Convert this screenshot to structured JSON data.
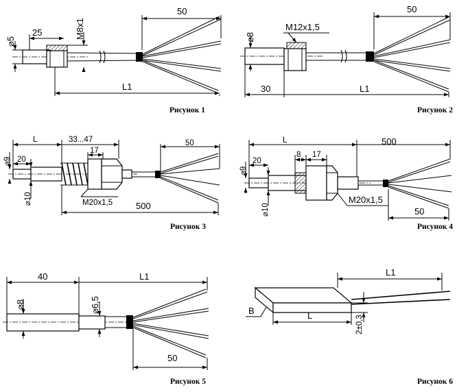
{
  "figures": [
    {
      "caption": "Рисунок 1",
      "labels": {
        "wire_len": "50",
        "diam": "⌀5",
        "len_a": "25",
        "thread": "M8x1",
        "total": "L1"
      }
    },
    {
      "caption": "Рисунок 2",
      "labels": {
        "wire_len": "50",
        "diam": "⌀8",
        "thread": "M12x1,5",
        "len_a": "30",
        "total": "L1"
      }
    },
    {
      "caption": "Рисунок 3",
      "labels": {
        "len_l": "L",
        "range": "33...47",
        "hex": "17",
        "wire_len": "50",
        "diam_a": "⌀9",
        "len_20": "20",
        "diam_b": "⌀10",
        "thread": "M20x1,5",
        "cable": "500"
      }
    },
    {
      "caption": "Рисунок 4",
      "labels": {
        "len_l": "L",
        "cable": "500",
        "len_8": "8",
        "hex": "17",
        "diam_a": "⌀9",
        "len_20": "20",
        "diam_b": "⌀10",
        "thread": "M20x1,5",
        "wire_len": "50"
      }
    },
    {
      "caption": "Рисунок 5",
      "labels": {
        "len_a": "40",
        "total": "L1",
        "diam_a": "⌀8",
        "diam_b": "⌀6,5",
        "wire_len": "50"
      }
    },
    {
      "caption": "Рисунок 6",
      "labels": {
        "total": "L1",
        "width": "B",
        "len_l": "L",
        "thick": "2±0,3"
      }
    }
  ]
}
